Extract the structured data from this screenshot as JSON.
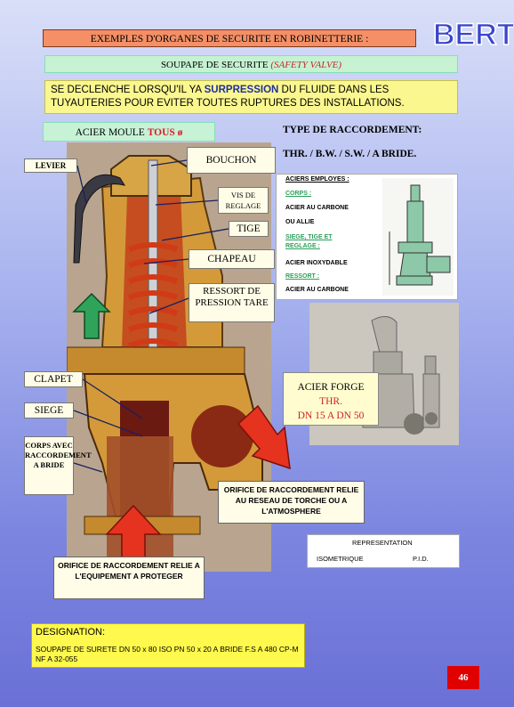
{
  "header": {
    "title": "EXEMPLES D'ORGANES DE SECURITE EN ROBINETTERIE :",
    "subtitle_main": "SOUPAPE DE SECURITE",
    "subtitle_translation": "(SAFETY VALVE)",
    "logo_text": "BERTIN F.S"
  },
  "description": {
    "part1": "SE DECLENCHE LORSQU'IL YA ",
    "emphasis": "SURPRESSION",
    "part2": " DU FLUIDE DANS LES TUYAUTERIES POUR EVITER TOUTES RUPTURES DES INSTALLATIONS."
  },
  "material": {
    "label": "ACIER MOULE",
    "size": "TOUS ø"
  },
  "connection": {
    "heading": "TYPE DE RACCORDEMENT:",
    "values": "THR. / B.W. / S.W. / A BRIDE."
  },
  "parts": {
    "levier": "LEVIER",
    "bouchon": "BOUCHON",
    "vis_de_reglage": "VIS DE REGLAGE",
    "tige": "TIGE",
    "chapeau": "CHAPEAU",
    "ressort": "RESSORT DE PRESSION TARE",
    "clapet": "CLAPET",
    "siege": "SIEGE",
    "corps": "CORPS AVEC RACCORDEMENT A BRIDE"
  },
  "materials_used": {
    "heading": "ACIERS EMPLOYES :",
    "corps_label": "CORPS :",
    "corps_value": "ACIER AU CARBONE",
    "corps_alt": "OU ALLIE",
    "siege_label": "SIEGE, TIGE ET REGLAGE :",
    "siege_value": "ACIER INOXYDABLE",
    "ressort_label": "RESSORT :",
    "ressort_value": "ACIER AU CARBONE"
  },
  "forged": {
    "label": "ACIER FORGE",
    "connection": "THR.",
    "range": "DN 15 A DN 50"
  },
  "orifices": {
    "outlet": "ORIFICE DE RACCORDEMENT RELIE AU RESEAU DE TORCHE OU A L'ATMOSPHERE",
    "inlet": "ORIFICE DE RACCORDEMENT RELIE A L'EQUIPEMENT A PROTEGER"
  },
  "representation": {
    "title": "REPRESENTATION",
    "iso": "ISOMETRIQUE",
    "pid": "P.I.D."
  },
  "designation": {
    "heading": "DESIGNATION:",
    "text": "SOUPAPE DE SURETE DN 50 x 80 ISO PN 50 x 20 A BRIDE F.S A 480 CP-M NF A 32-055"
  },
  "page_number": "46",
  "colors": {
    "title_bg": "#f48f66",
    "subtitle_bg": "#c6f2d2",
    "desc_bg": "#fbf78f",
    "designation_bg": "#fff94d",
    "arrow_green": "#2fa35a",
    "arrow_red": "#e53320",
    "page_bg": "#e00000"
  }
}
